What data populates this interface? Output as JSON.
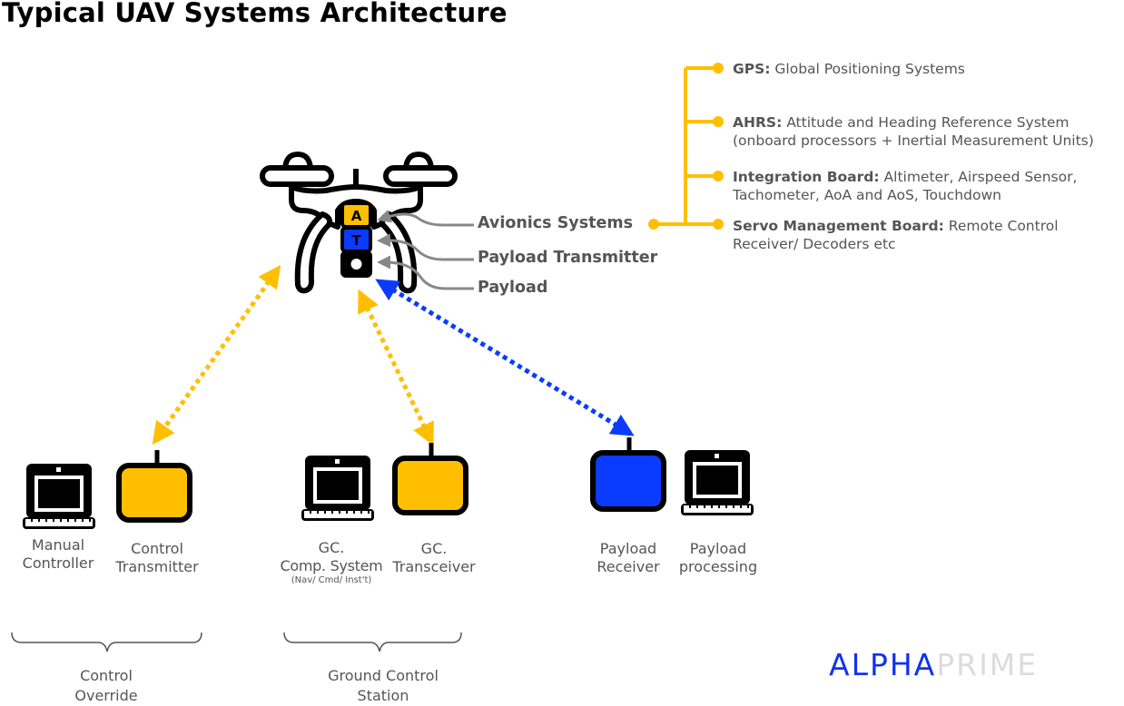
{
  "title": "Typical UAV Systems Architecture",
  "colors": {
    "yellow": "#ffbf00",
    "blue": "#0a3bff",
    "label_gray": "#555555",
    "leader_gray": "#888888",
    "logo_blue": "#1133ee",
    "logo_gray": "#dcdcdc"
  },
  "drone": {
    "badges": [
      {
        "letter": "A",
        "meaning": "Avionics Systems",
        "color": "yellow"
      },
      {
        "letter": "T",
        "meaning": "Payload Transmitter",
        "color": "blue"
      },
      {
        "letter": "",
        "meaning": "Payload",
        "color": "black"
      }
    ],
    "labels": {
      "avionics": "Avionics Systems",
      "payload_transmitter": "Payload Transmitter",
      "payload": "Payload"
    }
  },
  "avionics_tree": [
    {
      "term": "GPS:",
      "desc_lines": [
        "Global Positioning Systems"
      ]
    },
    {
      "term": "AHRS:",
      "desc_lines": [
        "Attitude and Heading Reference System",
        "(onboard processors + Inertial Measurement Units)"
      ]
    },
    {
      "term": "Integration Board:",
      "desc_lines": [
        "Altimeter, Airspeed Sensor,",
        "Tachometer, AoA and AoS, Touchdown"
      ]
    },
    {
      "term": "Servo Management Board:",
      "desc_lines": [
        "Remote Control",
        "Receiver/ Decoders etc"
      ]
    }
  ],
  "devices": [
    {
      "id": "manual-controller",
      "type": "laptop",
      "label_lines": [
        "Manual",
        "Controller"
      ]
    },
    {
      "id": "control-transmitter",
      "type": "radio",
      "color": "yellow",
      "label_lines": [
        "Control",
        "Transmitter"
      ]
    },
    {
      "id": "gc-comp-system",
      "type": "laptop",
      "label_lines": [
        "GC.",
        "Comp. System"
      ],
      "sublabel": "(Nav/ Cmd/ Inst't)"
    },
    {
      "id": "gc-transceiver",
      "type": "radio",
      "color": "yellow",
      "label_lines": [
        "GC.",
        "Transceiver"
      ]
    },
    {
      "id": "payload-receiver",
      "type": "radio",
      "color": "blue",
      "label_lines": [
        "Payload",
        "Receiver"
      ]
    },
    {
      "id": "payload-processing",
      "type": "laptop",
      "label_lines": [
        "Payload",
        "processing"
      ]
    }
  ],
  "links": [
    {
      "from": "drone",
      "to": "control-transmitter",
      "style": "dotted",
      "color": "yellow",
      "bidirectional": true
    },
    {
      "from": "drone",
      "to": "gc-transceiver",
      "style": "dotted",
      "color": "yellow",
      "bidirectional": true
    },
    {
      "from": "drone-payload",
      "to": "payload-receiver",
      "style": "dotted",
      "color": "blue",
      "bidirectional": true
    }
  ],
  "groups": [
    {
      "id": "control-override",
      "label_lines": [
        "Control",
        "Override"
      ],
      "members": [
        "manual-controller",
        "control-transmitter"
      ]
    },
    {
      "id": "ground-control-station",
      "label_lines": [
        "Ground Control",
        "Station"
      ],
      "members": [
        "gc-comp-system",
        "gc-transceiver"
      ]
    }
  ],
  "logo": {
    "part1": "ALPHA",
    "part2": "PRIME"
  }
}
